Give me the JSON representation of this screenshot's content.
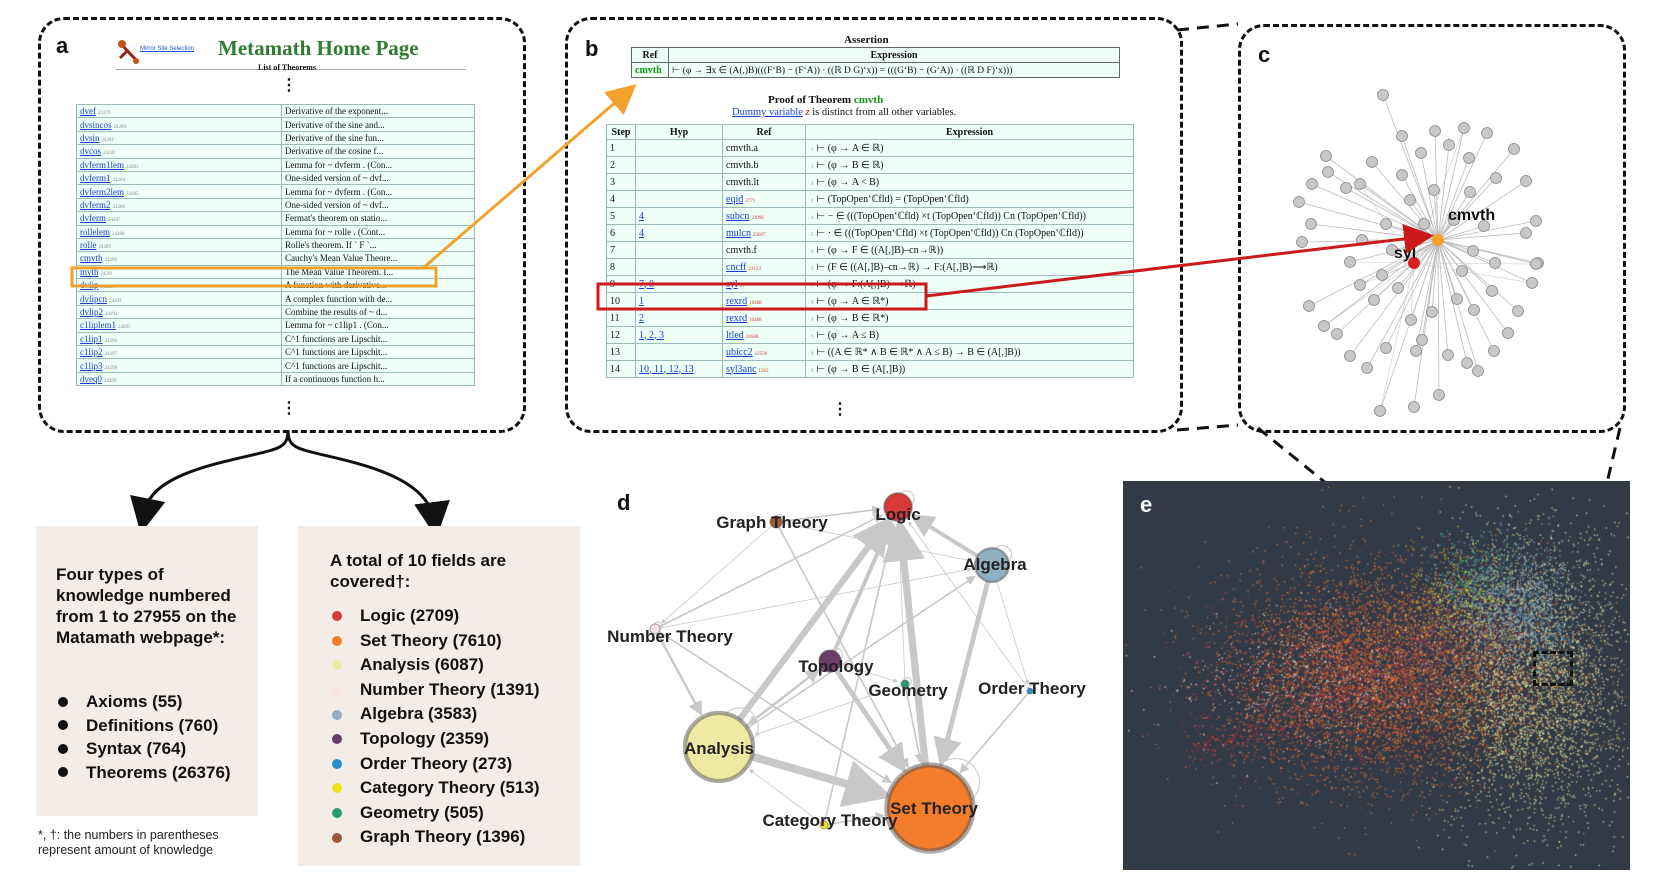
{
  "panels": {
    "a": "a",
    "b": "b",
    "c": "c",
    "d": "d",
    "e": "e"
  },
  "panel_a": {
    "title": "Metamath Home Page",
    "mirror": "Mirror Site Selection",
    "subtitle": "List of Theorems",
    "ellipsis": "⋮",
    "rows": [
      {
        "ref": "dvef",
        "num": "24279",
        "desc": "Derivative of the exponent..."
      },
      {
        "ref": "dvsincos",
        "num": "24280",
        "desc": "Derivative of the sine and..."
      },
      {
        "ref": "dvsin",
        "num": "24281",
        "desc": "Derivative of the sine fun..."
      },
      {
        "ref": "dvcos",
        "num": "24282",
        "desc": "Derivative of the cosine f..."
      },
      {
        "ref": "dvferm1lem",
        "num": "24283",
        "desc": "Lemma for ~ dvferm . (Con..."
      },
      {
        "ref": "dvferm1",
        "num": "24284",
        "desc": "One-sided version of ~ dvf..."
      },
      {
        "ref": "dvferm2lem",
        "num": "24285",
        "desc": "Lemma for ~ dvferm . (Con..."
      },
      {
        "ref": "dvferm2",
        "num": "24286",
        "desc": "One-sided version of ~ dvf..."
      },
      {
        "ref": "dvferm",
        "num": "24287",
        "desc": "Fermat's theorem on statio..."
      },
      {
        "ref": "rollelem",
        "num": "24288",
        "desc": "Lemma for ~ rolle . (Cont..."
      },
      {
        "ref": "rolle",
        "num": "24289",
        "desc": "Rolle's theorem. If ` F `..."
      },
      {
        "ref": "cmvth",
        "num": "24290",
        "desc": "Cauchy's Mean Value Theore..."
      },
      {
        "ref": "mvth",
        "num": "24291",
        "desc": "The Mean Value Theorem. I..."
      },
      {
        "ref": "dvlip",
        "num": "24292",
        "desc": "A function with derivative..."
      },
      {
        "ref": "dvlipcn",
        "num": "24293",
        "desc": "A complex function with de..."
      },
      {
        "ref": "dvlip2",
        "num": "24294",
        "desc": "Combine the results of ~ d..."
      },
      {
        "ref": "c1liplem1",
        "num": "24295",
        "desc": "Lemma for ~ c1lip1 . (Con..."
      },
      {
        "ref": "c1lip1",
        "num": "24296",
        "desc": "C^1 functions are Lipschit..."
      },
      {
        "ref": "c1lip2",
        "num": "24297",
        "desc": "C^1 functions are Lipschit..."
      },
      {
        "ref": "c1lip3",
        "num": "24298",
        "desc": "C^1 functions are Lipschit..."
      },
      {
        "ref": "dveq0",
        "num": "24299",
        "desc": "If a continuous function h..."
      }
    ]
  },
  "panel_b": {
    "assertion_title": "Assertion",
    "ref_header": "Ref",
    "expr_header": "Expression",
    "assertion_ref": "cmvth",
    "assertion_expr": "⊢ (φ → ∃x ∈ (A(,)B)(((F‘B) − (F‘A)) · ((ℝ D G)‘x)) = (((G‘B) − (G‘A)) · ((ℝ D F)‘x)))",
    "proof_title_prefix": "Proof of Theorem ",
    "proof_title_name": "cmvth",
    "dummy_link": "Dummy variable",
    "dummy_var": "z",
    "dummy_rest": " is distinct from all other variables.",
    "headers": [
      "Step",
      "Hyp",
      "Ref",
      "Expression"
    ],
    "steps": [
      {
        "step": "1",
        "hyp": "",
        "ref": "cmvth.a",
        "num": "",
        "lvl": "3",
        "expr": "⊢ (φ → A ∈ ℝ)"
      },
      {
        "step": "2",
        "hyp": "",
        "ref": "cmvth.b",
        "num": "",
        "lvl": "3",
        "expr": "⊢ (φ → B ∈ ℝ)"
      },
      {
        "step": "3",
        "hyp": "",
        "ref": "cmvth.lt",
        "num": "",
        "lvl": "3",
        "expr": "⊢ (φ → A < B)"
      },
      {
        "step": "4",
        "hyp": "",
        "ref": "eqid",
        "num": "2771",
        "lvl": "4",
        "expr": "⊢ (TopOpen‘ℂfld) = (TopOpen‘ℂfld)"
      },
      {
        "step": "5",
        "hyp": "4",
        "ref": "subcn",
        "num": "23096",
        "lvl": "4",
        "expr": "⊢ − ∈ (((TopOpen‘ℂfld) ×t (TopOpen‘ℂfld)) Cn (TopOpen‘ℂfld))"
      },
      {
        "step": "6",
        "hyp": "4",
        "ref": "mulcn",
        "num": "23097",
        "lvl": "5",
        "expr": "⊢ · ∈ (((TopOpen‘ℂfld) ×t (TopOpen‘ℂfld)) Cn (TopOpen‘ℂfld))"
      },
      {
        "step": "7",
        "hyp": "",
        "ref": "cmvth.f",
        "num": "",
        "lvl": "9",
        "expr": "⊢ (φ → F ∈ ((A[,]B)–cn→ℝ))"
      },
      {
        "step": "8",
        "hyp": "",
        "ref": "cncff",
        "num": "23123",
        "lvl": "9",
        "expr": "⊢ (F ∈ ((A[,]B)–cn→ℝ) → F:(A[,]B)⟶ℝ)"
      },
      {
        "step": "9",
        "hyp": "7, 8",
        "ref": "syl",
        "num": "17",
        "lvl": "9",
        "expr": "⊢ (φ → F:(A[,]B)⟶ℝ)"
      },
      {
        "step": "10",
        "hyp": "1",
        "ref": "rexrd",
        "num": "10488",
        "lvl": "9",
        "expr": "⊢ (φ → A ∈ ℝ*)"
      },
      {
        "step": "11",
        "hyp": "2",
        "ref": "rexrd",
        "num": "10488",
        "lvl": "9",
        "expr": "⊢ (φ → B ∈ ℝ*)"
      },
      {
        "step": "12",
        "hyp": "1, 2, 3",
        "ref": "ltled",
        "num": "10588",
        "lvl": "9",
        "expr": "⊢ (φ → A ≤ B)"
      },
      {
        "step": "13",
        "hyp": "",
        "ref": "ubicc2",
        "num": "12550",
        "lvl": "9",
        "expr": "⊢ ((A ∈ ℝ* ∧ B ∈ ℝ* ∧ A ≤ B) → B ∈ (A[,]B))"
      },
      {
        "step": "14",
        "hyp": "10, 11, 12, 13",
        "ref": "syl3anc",
        "num": "1263",
        "lvl": "9",
        "expr": "⊢ (φ → B ∈ (A[,]B))"
      }
    ],
    "ellipsis": "⋮"
  },
  "panel_c": {
    "label_cmvth": "cmvth",
    "label_syl": "syl"
  },
  "knowledge_box": {
    "heading": "Four types of knowledge numbered from 1 to 27955 on the Matamath webpage*:",
    "items": [
      {
        "label": "Axioms (55)"
      },
      {
        "label": "Definitions (760)"
      },
      {
        "label": "Syntax (764)"
      },
      {
        "label": "Theorems (26376)"
      }
    ]
  },
  "footnote": "*, †: the numbers in parentheses represent amount of knowledge",
  "fields_box": {
    "heading": "A total of 10 fields are covered†:",
    "items": [
      {
        "label": "Logic (2709)",
        "color": "#d63a3a"
      },
      {
        "label": "Set Theory (7610)",
        "color": "#f47d2c"
      },
      {
        "label": "Analysis (6087)",
        "color": "#eeeaa3"
      },
      {
        "label": "Number Theory (1391)",
        "color": "#fbe4e8"
      },
      {
        "label": "Algebra (3583)",
        "color": "#8fb0c0"
      },
      {
        "label": "Topology (2359)",
        "color": "#6b3c66"
      },
      {
        "label": "Order Theory (273)",
        "color": "#2b8ccc"
      },
      {
        "label": "Category Theory (513)",
        "color": "#f0e01c"
      },
      {
        "label": "Geometry (505)",
        "color": "#2b9a73"
      },
      {
        "label": "Graph Theory (1396)",
        "color": "#9a5a36"
      }
    ]
  },
  "panel_d": {
    "nodes": [
      {
        "label": "Logic",
        "color": "#d63a3a"
      },
      {
        "label": "Graph Theory",
        "color": "#9a5a36"
      },
      {
        "label": "Algebra",
        "color": "#8fb0c0"
      },
      {
        "label": "Number Theory",
        "color": "#fbe4e8"
      },
      {
        "label": "Topology",
        "color": "#6b3c66"
      },
      {
        "label": "Geometry",
        "color": "#2b9a73"
      },
      {
        "label": "Order Theory",
        "color": "#2b8ccc"
      },
      {
        "label": "Analysis",
        "color": "#eeeaa3"
      },
      {
        "label": "Category Theory",
        "color": "#f0e01c"
      },
      {
        "label": "Set Theory",
        "color": "#f47d2c"
      }
    ]
  }
}
